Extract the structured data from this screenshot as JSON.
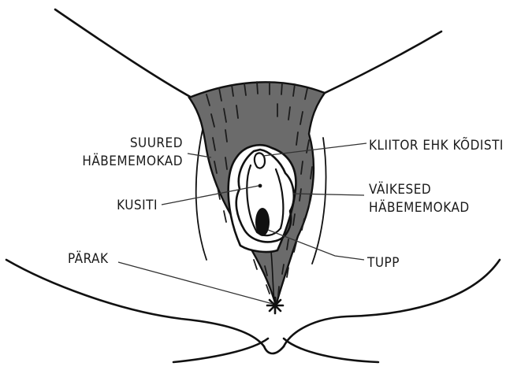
{
  "labels": {
    "suured_line1": "SUURED",
    "suured_line2": "HÄBEMEMOKAD",
    "kliitor": "KLIITOR EHK KÕDISTI",
    "kusiti": "KUSITI",
    "vaikesed_line1": "VÄIKESED",
    "vaikesed_line2": "HÄBEMEMOKAD",
    "parak": "PÄRAK",
    "tupp": "TUPP"
  },
  "colors": {
    "hair": "#6b6b6b",
    "ink": "#111111",
    "skin": "#ffffff"
  }
}
